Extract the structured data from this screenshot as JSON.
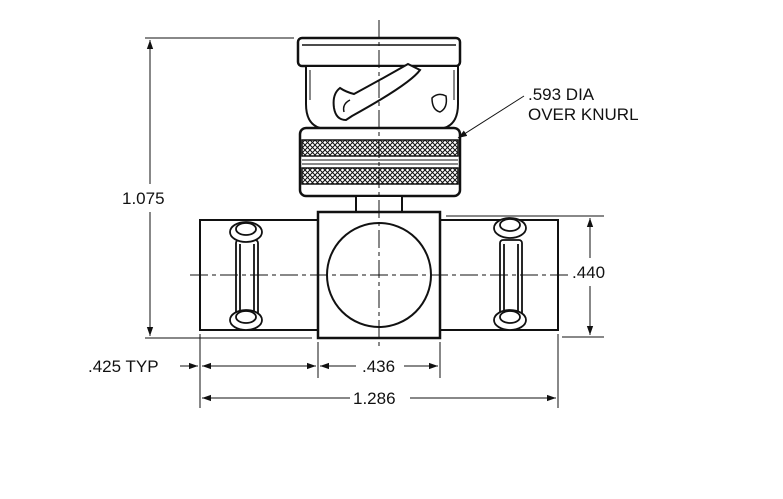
{
  "drawing": {
    "callout": {
      "line1": ".593 DIA",
      "line2": "OVER KNURL"
    },
    "dimensions": {
      "height_overall": "1.075",
      "body_height": ".440",
      "side_length": ".425 TYP",
      "center_width": ".436",
      "overall_width": "1.286"
    }
  },
  "colors": {
    "line": "#111111",
    "background": "#ffffff"
  }
}
